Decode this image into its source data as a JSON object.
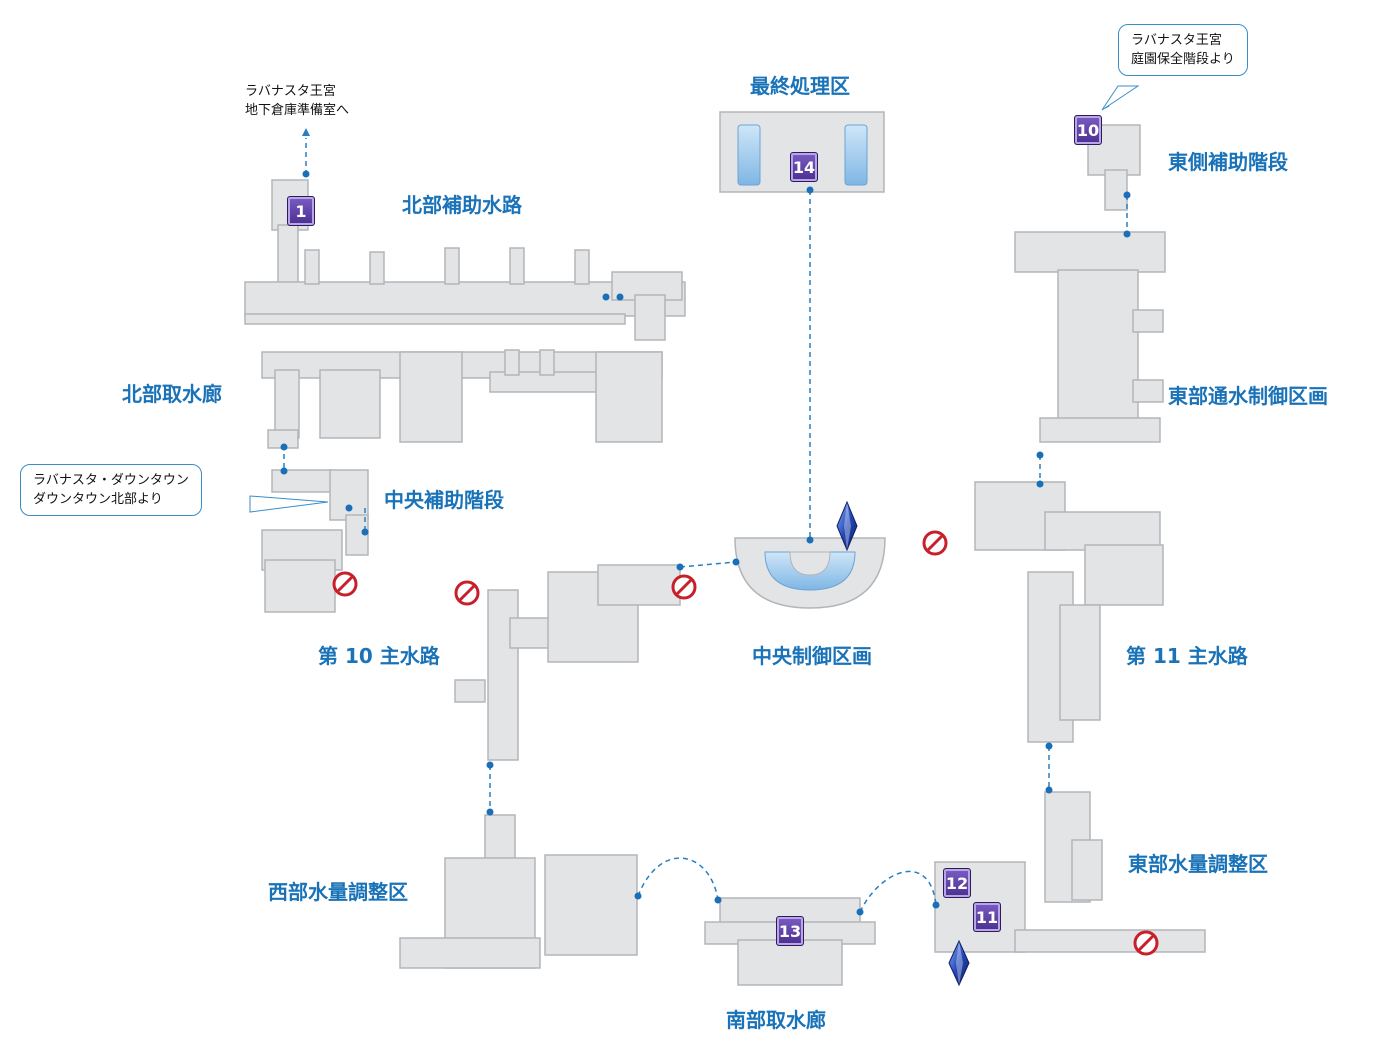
{
  "areas": {
    "final": "最終処理区",
    "north_aux": "北部補助水路",
    "east_stairs": "東側補助階段",
    "north_intake": "北部取水廊",
    "east_control": "東部通水制御区画",
    "central_stairs": "中央補助階段",
    "main10": "第 10 主水路",
    "central_control": "中央制御区画",
    "main11": "第 11 主水路",
    "west_water": "西部水量調整区",
    "east_water": "東部水量調整区",
    "south_intake": "南部取水廊"
  },
  "notes": {
    "to_palace_1": "ラバナスタ王宮",
    "to_palace_2": "地下倉庫準備室へ",
    "from_garden_1": "ラバナスタ王宮",
    "from_garden_2": "庭園保全階段より",
    "from_down_1": "ラバナスタ・ダウンタウン",
    "from_down_2": "ダウンタウン北部より"
  },
  "markers": {
    "m1": "1",
    "m10": "10",
    "m11": "11",
    "m12": "12",
    "m13": "13",
    "m14": "14"
  },
  "colors": {
    "floor": "#e3e4e6",
    "wall": "#b3b5b8",
    "water": "#9cc8ea",
    "label": "#1a73b8",
    "path": "#2a7fc0",
    "noentry": "#c8202a",
    "marker": "#5a3da6",
    "crystal": "#1f3f9e"
  },
  "icons": [
    "no-entry-icon",
    "save-crystal-icon",
    "map-marker-icon",
    "arrow-up-icon"
  ]
}
